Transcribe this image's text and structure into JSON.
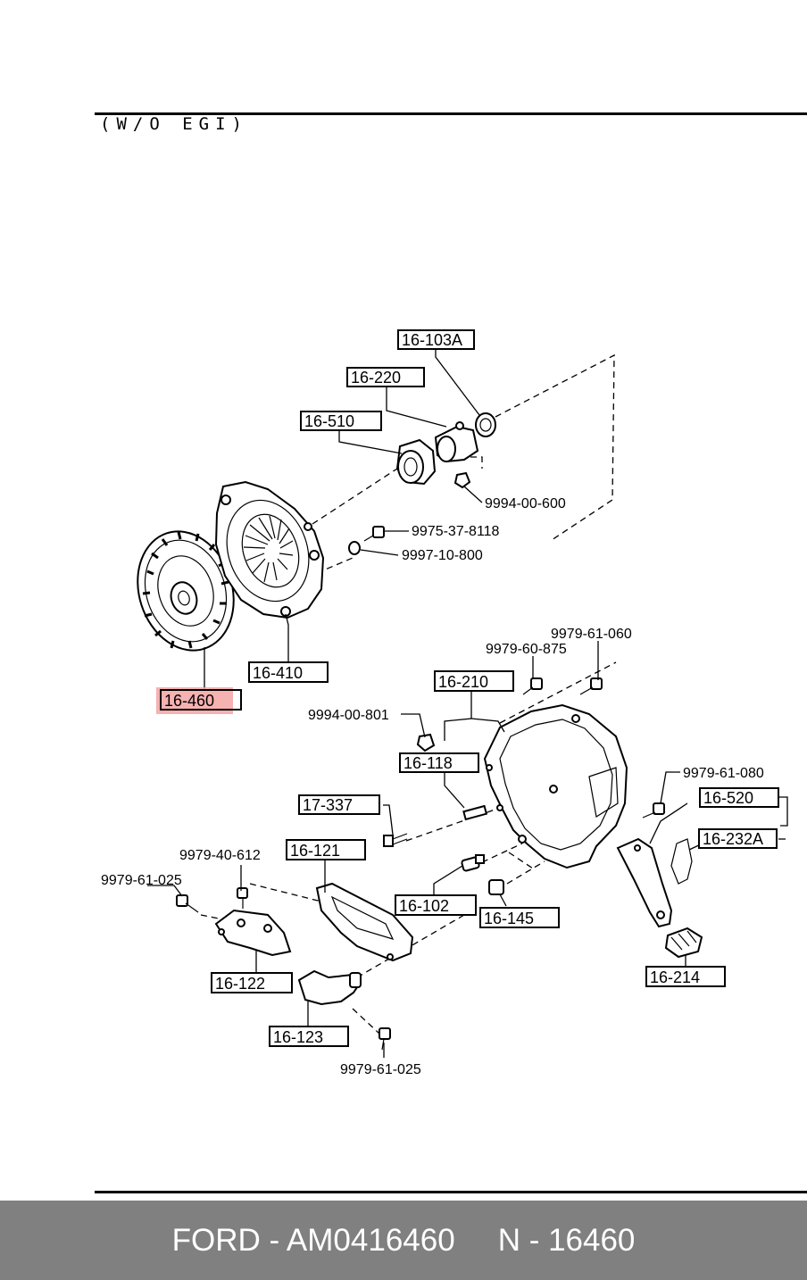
{
  "header": {
    "title": "(W/O EGI)"
  },
  "labels": {
    "p16103A": "16-103A",
    "p16220": "16-220",
    "p16510": "16-510",
    "p16410": "16-410",
    "p16460": "16-460",
    "p16210": "16-210",
    "p16118": "16-118",
    "p17337": "17-337",
    "p16121": "16-121",
    "p16102": "16-102",
    "p16145": "16-145",
    "p16122": "16-122",
    "p16123": "16-123",
    "p16520": "16-520",
    "p16232A": "16-232A",
    "p16214": "16-214"
  },
  "codes": {
    "c9994_00_600": "9994-00-600",
    "c9975_37_8118": "9975-37-8118",
    "c9997_10_800": "9997-10-800",
    "c9979_61_060": "9979-61-060",
    "c9979_60_875": "9979-60-875",
    "c9994_00_801": "9994-00-801",
    "c9979_61_080": "9979-61-080",
    "c9979_40_612": "9979-40-612",
    "c9979_61_025_a": "9979-61-025",
    "c9979_61_025_b": "9979-61-025"
  },
  "highlight": {
    "part": "16-460",
    "color": "#f4a3a3"
  },
  "footer": {
    "left": "FORD - AM0416460",
    "right": "N - 16460"
  }
}
